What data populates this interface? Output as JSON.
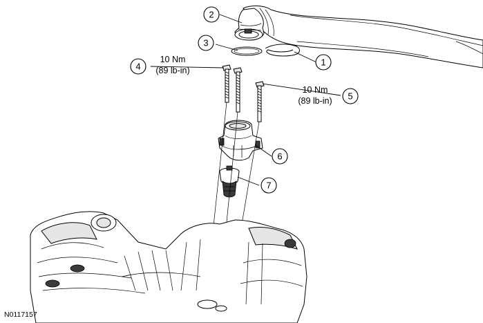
{
  "callouts": [
    {
      "id": "1",
      "label": "1"
    },
    {
      "id": "2",
      "label": "2"
    },
    {
      "id": "3",
      "label": "3"
    },
    {
      "id": "4",
      "label": "4"
    },
    {
      "id": "5",
      "label": "5"
    },
    {
      "id": "6",
      "label": "6"
    },
    {
      "id": "7",
      "label": "7"
    }
  ],
  "torque_spec_4": {
    "metric": "10 Nm",
    "imperial": "(89 lb-in)"
  },
  "torque_spec_5": {
    "metric": "10 Nm",
    "imperial": "(89 lb-in)"
  },
  "figure_id": "N0117157"
}
